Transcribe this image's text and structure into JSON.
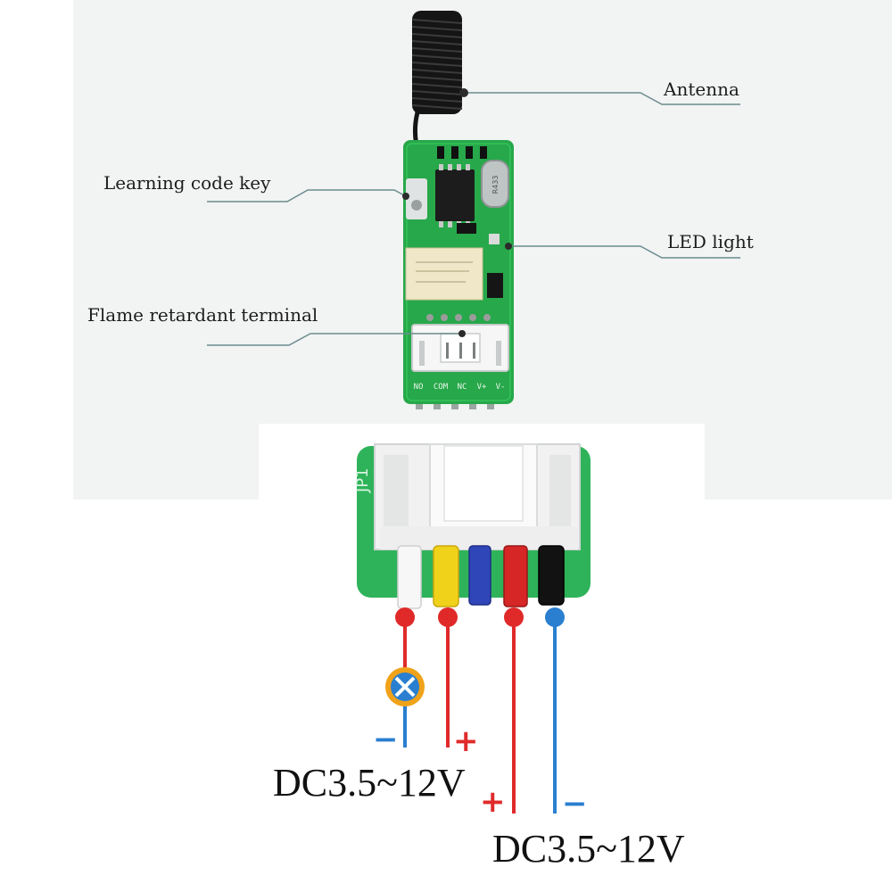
{
  "callouts": {
    "antenna": "Antenna",
    "learning_code_key": "Learning code key",
    "led_light": "LED light",
    "flame_retardant_terminal": "Flame retardant terminal"
  },
  "board": {
    "terminal_pins": [
      "NO",
      "COM",
      "NC",
      "V+",
      "V-"
    ],
    "connector_label": "JP1",
    "crystal_label": "R433"
  },
  "wiring": {
    "left_circuit": {
      "voltage": "DC3.5~12V",
      "minus": "−",
      "plus": "+"
    },
    "right_circuit": {
      "voltage": "DC3.5~12V",
      "minus": "−",
      "plus": "+"
    },
    "wire_colors": [
      "white",
      "yellow",
      "blue",
      "red",
      "black"
    ]
  },
  "colors": {
    "pcb_green": "#27a84a",
    "plus_red": "#e02a2a",
    "minus_blue": "#2a7fd0",
    "lamp_orange": "#f0a21a"
  }
}
